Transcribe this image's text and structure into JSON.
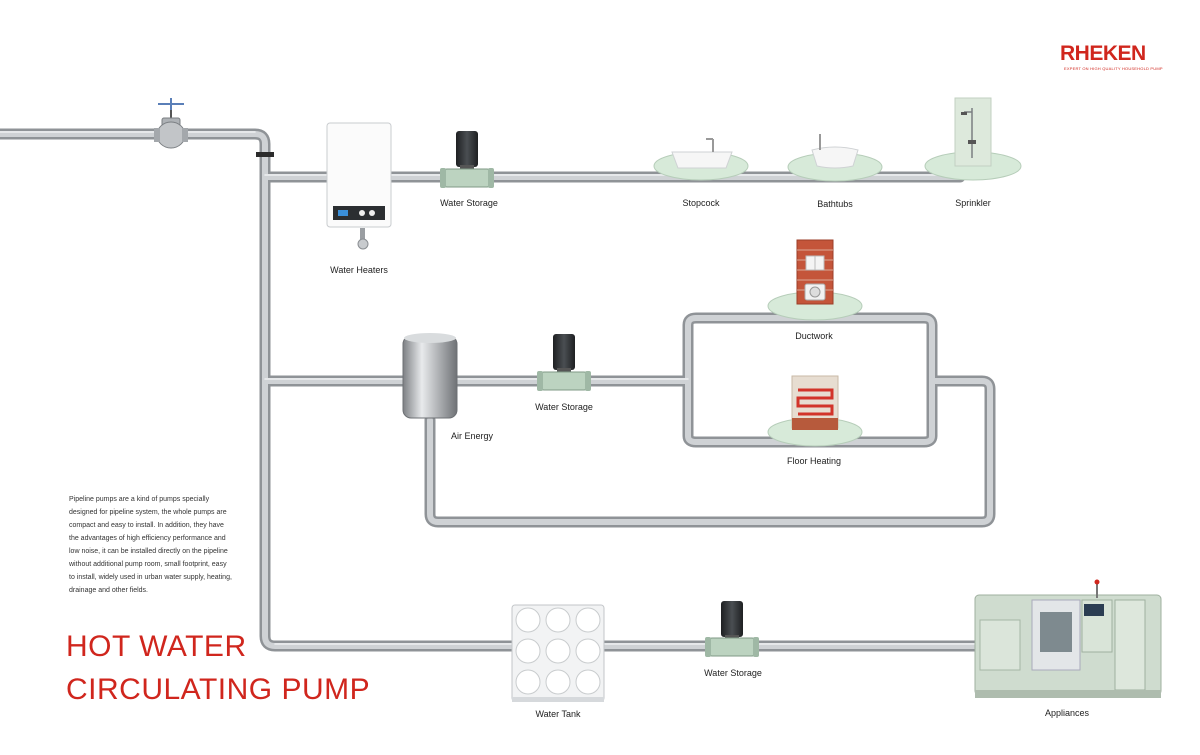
{
  "brand": {
    "name": "RHEKEN",
    "tagline": "EXPERT ON HIGH QUALITY HOUSEHOLD PUMP"
  },
  "description": "Pipeline pumps are a kind of pumps specially designed for pipeline system, the whole pumps are compact and easy to install. In addition, they have the advantages of high efficiency performance and low noise, it can be installed directly on the pipeline without additional pump room, small footprint, easy to install, widely used in urban water supply, heating, drainage and other fields.",
  "title": {
    "line1": "HOT WATER",
    "line2": "CIRCULATING PUMP"
  },
  "labels": {
    "water_heaters": "Water Heaters",
    "water_storage_1": "Water Storage",
    "stopcock": "Stopcock",
    "bathtubs": "Bathtubs",
    "sprinkler": "Sprinkler",
    "ductwork": "Ductwork",
    "air_energy": "Air Energy",
    "water_storage_2": "Water Storage",
    "floor_heating": "Floor Heating",
    "water_tank": "Water Tank",
    "water_storage_3": "Water Storage",
    "appliances": "Appliances"
  },
  "colors": {
    "brand": "#d0261d",
    "pipe": "#b9bcbf",
    "platform": "#d7ead9",
    "pump_body": "#2e3133",
    "pump_base": "#bcd3c0"
  }
}
